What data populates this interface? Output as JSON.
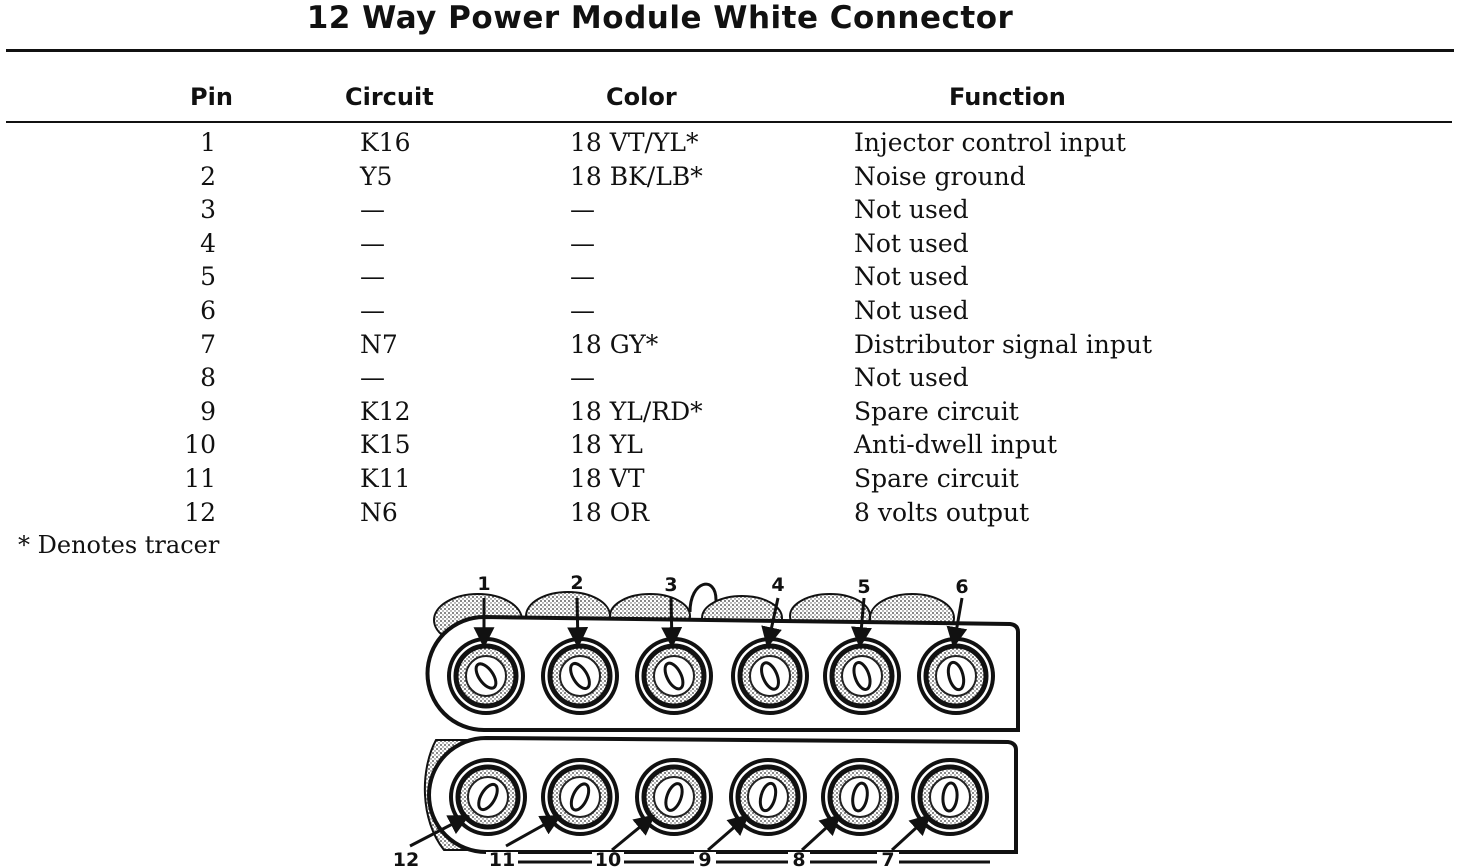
{
  "title": "12 Way Power Module White Connector",
  "headers": {
    "pin": "Pin",
    "circuit": "Circuit",
    "color": "Color",
    "function": "Function"
  },
  "rows": [
    {
      "pin": "1",
      "circuit": "K16",
      "color": "18 VT/YL*",
      "function": "Injector control input"
    },
    {
      "pin": "2",
      "circuit": "Y5",
      "color": "18 BK/LB*",
      "function": "Noise ground"
    },
    {
      "pin": "3",
      "circuit": "—",
      "color": "—",
      "function": "Not used"
    },
    {
      "pin": "4",
      "circuit": "—",
      "color": "—",
      "function": "Not used"
    },
    {
      "pin": "5",
      "circuit": "—",
      "color": "—",
      "function": "Not used"
    },
    {
      "pin": "6",
      "circuit": "—",
      "color": "—",
      "function": "Not used"
    },
    {
      "pin": "7",
      "circuit": "N7",
      "color": "18 GY*",
      "function": "Distributor signal input"
    },
    {
      "pin": "8",
      "circuit": "—",
      "color": "—",
      "function": "Not used"
    },
    {
      "pin": "9",
      "circuit": "K12",
      "color": "18 YL/RD*",
      "function": "Spare circuit"
    },
    {
      "pin": "10",
      "circuit": "K15",
      "color": "18 YL",
      "function": "Anti-dwell input"
    },
    {
      "pin": "11",
      "circuit": "K11",
      "color": "18 VT",
      "function": "Spare circuit"
    },
    {
      "pin": "12",
      "circuit": "N6",
      "color": "18 OR",
      "function": "8 volts output"
    }
  ],
  "footnote": "* Denotes tracer",
  "diagram": {
    "top_pin_labels": [
      "1",
      "2",
      "3",
      "4",
      "5",
      "6"
    ],
    "bottom_pin_labels": [
      "12",
      "11",
      "10",
      "9",
      "8",
      "7"
    ]
  }
}
